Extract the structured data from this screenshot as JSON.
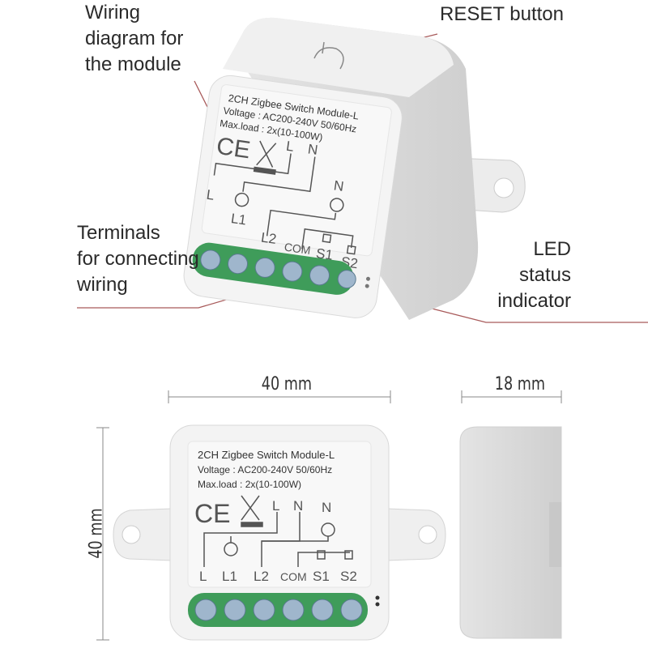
{
  "callouts": {
    "wiring": [
      "Wiring",
      "diagram for",
      "the module"
    ],
    "reset": [
      "RESET button"
    ],
    "terminals": [
      "Terminals",
      "for connecting",
      "wiring"
    ],
    "led": [
      "LED",
      "status",
      "indicator"
    ]
  },
  "module_label": {
    "title": "2CH Zigbee Switch Module-L",
    "voltage": "Voltage : AC200-240V 50/60Hz",
    "load": "Max.load : 2x(10-100W)",
    "ce": "CE",
    "terminals": [
      "L",
      "L1",
      "L2",
      "COM",
      "S1",
      "S2"
    ],
    "wire_L": "L",
    "wire_N": "N",
    "lamp_N": "N"
  },
  "dimensions": {
    "width": "40 mm",
    "depth": "18 mm",
    "height": "40 mm"
  },
  "colors": {
    "leader": "#a85a5a",
    "terminal_green": "#3f9c5a",
    "body": "#eeeeee"
  }
}
